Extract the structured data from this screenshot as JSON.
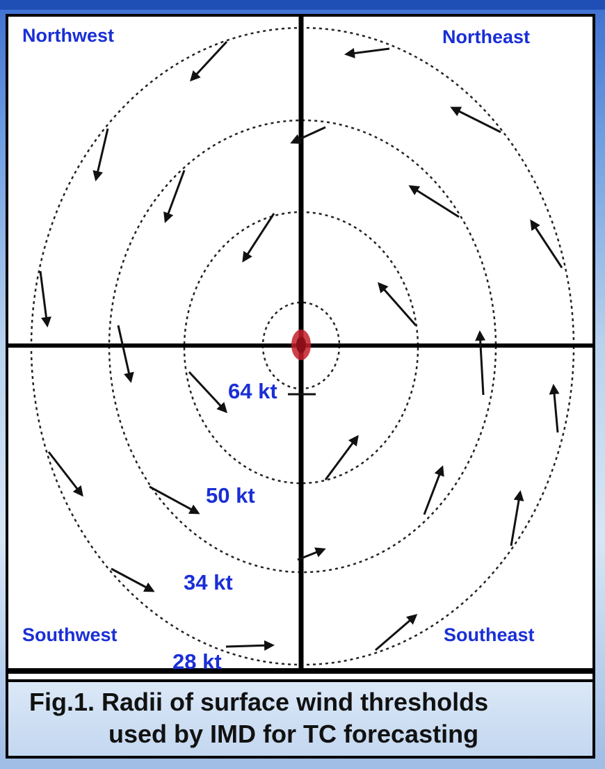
{
  "quadrants": {
    "northwest": "Northwest",
    "northeast": "Northeast",
    "southwest": "Southwest",
    "southeast": "Southeast"
  },
  "radii_labels": {
    "r64": "64 kt",
    "r50": "50 kt",
    "r34": "34 kt",
    "r28": "28 kt"
  },
  "caption": {
    "line1": "Fig.1. Radii of surface wind thresholds",
    "line2": "used by IMD for TC forecasting"
  },
  "colors": {
    "label_blue": "#1a2fd6",
    "center_red": "#c41e2a",
    "axis": "#000000"
  }
}
